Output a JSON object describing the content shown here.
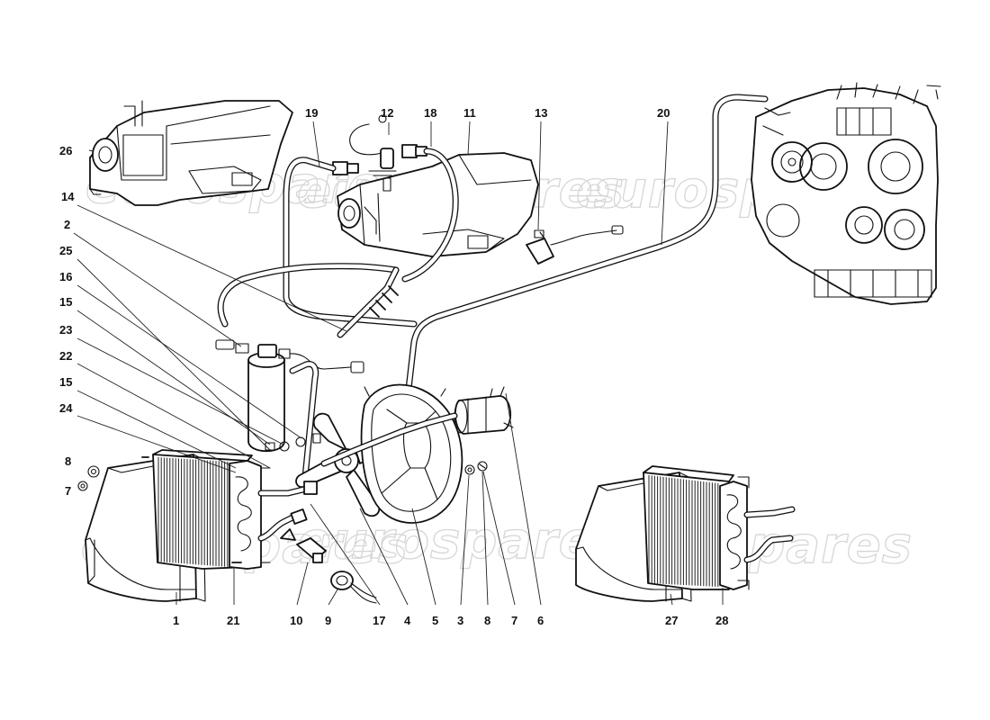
{
  "watermark": "eurospares",
  "callouts": {
    "c1": "1",
    "c2": "2",
    "c3": "3",
    "c4": "4",
    "c5": "5",
    "c6": "6",
    "c7a": "7",
    "c7b": "7",
    "c8a": "8",
    "c8b": "8",
    "c9": "9",
    "c10": "10",
    "c11": "11",
    "c12": "12",
    "c13": "13",
    "c14": "14",
    "c15a": "15",
    "c15b": "15",
    "c16": "16",
    "c17": "17",
    "c18": "18",
    "c19": "19",
    "c20": "20",
    "c21": "21",
    "c22": "22",
    "c23": "23",
    "c24": "24",
    "c25": "25",
    "c26": "26",
    "c27": "27",
    "c28": "28"
  },
  "colors": {
    "line": "#111111",
    "watermark": "#d6d6d6",
    "background": "#ffffff"
  }
}
